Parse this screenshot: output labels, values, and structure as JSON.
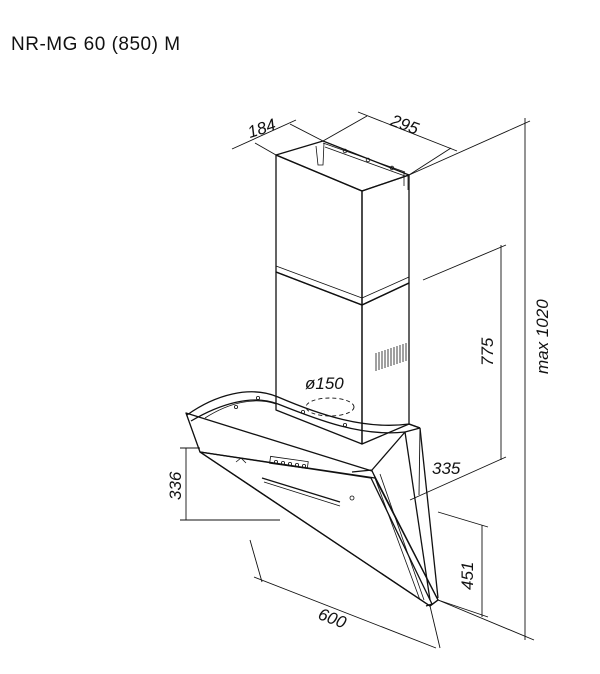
{
  "title": "NR-MG 60 (850) M",
  "dimensions": {
    "chimney_depth": "184",
    "chimney_width": "295",
    "chimney_height": "775",
    "max_height": "max 1020",
    "duct_diameter": "ø150",
    "glass_height": "336",
    "body_depth": "335",
    "bottom_height": "451",
    "hood_width": "600"
  }
}
